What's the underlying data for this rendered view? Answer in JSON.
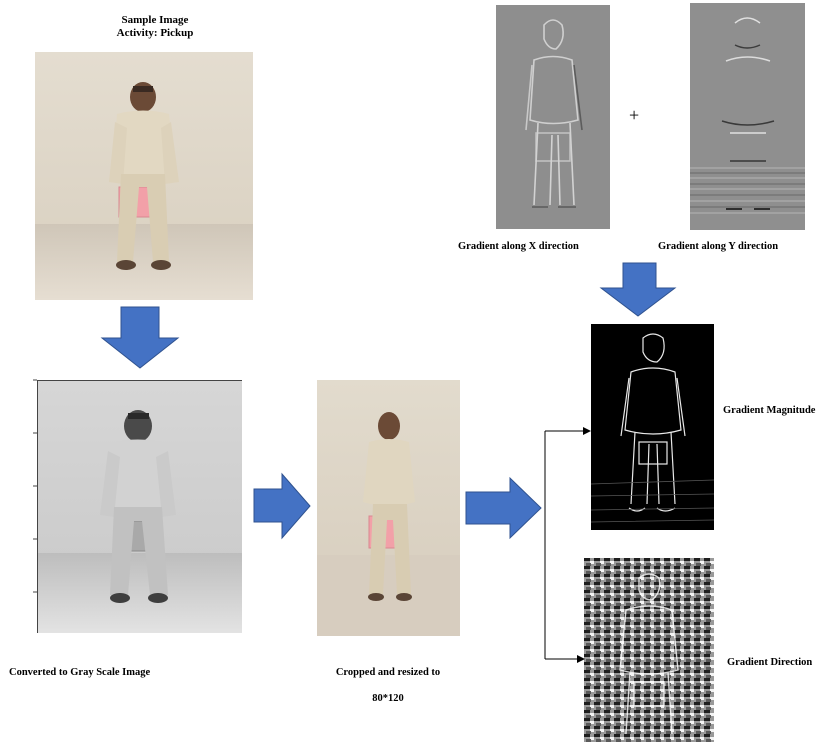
{
  "sample": {
    "title_line1": "Sample Image",
    "title_line2": "Activity: Pickup"
  },
  "labels": {
    "gray": "Converted to Gray Scale Image",
    "cropped_line1": "Cropped and resized to",
    "cropped_line2": "80*120",
    "grad_x": "Gradient along X direction",
    "grad_y": "Gradient along Y direction",
    "plus": "+",
    "magnitude": "Gradient Magnitude",
    "direction": "Gradient Direction"
  },
  "colors": {
    "arrow": "#4472c4",
    "arrow_border": "#2f528f",
    "wall_color": "#ded6c6",
    "floor_color": "#d3c9bb",
    "box_color": "#f2a0a8",
    "shirt_color": "#e2d8c2"
  }
}
